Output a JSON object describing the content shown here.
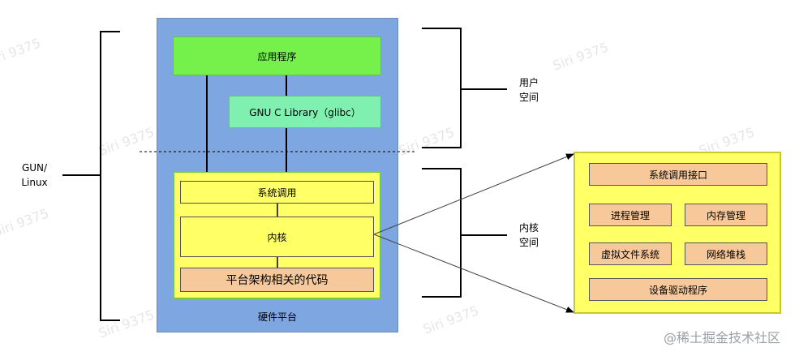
{
  "watermarks": [
    "Siri 9375",
    "Siri 9375",
    "Siri 9375",
    "Siri 9375",
    "Siri 9375",
    "Siri 9375",
    "Siri 9375",
    "Siri 9375"
  ],
  "left_bracket_label": {
    "line1": "GUN/",
    "line2": "Linux"
  },
  "user_space_label": {
    "line1": "用户",
    "line2": "空间"
  },
  "kernel_space_label": {
    "line1": "内核",
    "line2": "空间"
  },
  "main_stack": {
    "app": "应用程序",
    "glibc": "GNU C Library（glibc）",
    "syscall": "系统调用",
    "kernel": "内核",
    "arch_code": "平台架构相关的代码",
    "hardware": "硬件平台"
  },
  "kernel_detail": {
    "syscall_interface": "系统调用接口",
    "process_mgmt": "进程管理",
    "memory_mgmt": "内存管理",
    "vfs": "虚拟文件系统",
    "net_stack": "网络堆栈",
    "drivers": "设备驱动程序"
  },
  "footer_credit": "@稀土掘金技术社区",
  "colors": {
    "platform_blue": "#7ea6e0",
    "app_green": "#76f04b",
    "glibc_teal": "#7ff0b0",
    "kernel_yellow": "#ffff66",
    "arch_orange": "#f7c89a",
    "kernel_region_border": "#7ac943"
  }
}
